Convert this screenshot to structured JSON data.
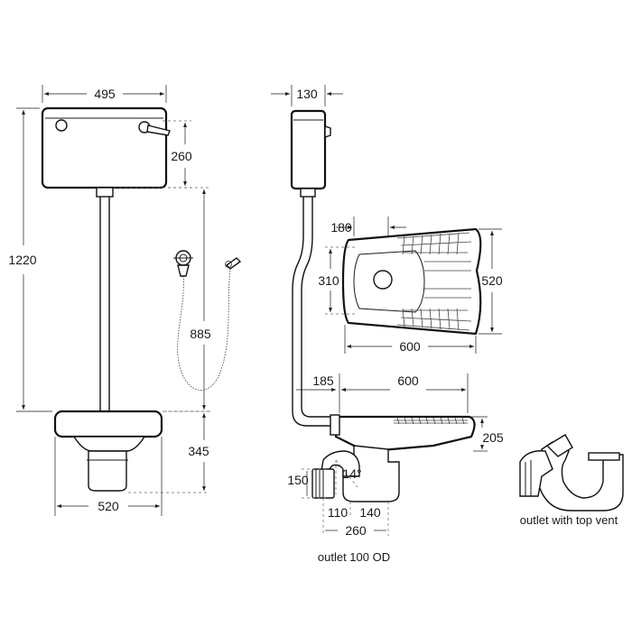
{
  "dimensions": {
    "cistern_width": "495",
    "cistern_height": "260",
    "overall_height": "1220",
    "pipe_length": "885",
    "pan_height": "345",
    "pan_width": "520",
    "side_depth": "130",
    "top_width": "180",
    "top_hole_depth": "310",
    "top_depth": "520",
    "top_length": "600",
    "side_offset": "185",
    "side_length": "600",
    "side_height": "205",
    "outlet_height": "150",
    "outlet_angle": "14°",
    "outlet_x1": "110",
    "outlet_x2": "140",
    "outlet_total": "260"
  },
  "captions": {
    "outlet_od": "outlet 100 OD",
    "top_vent": "outlet with top vent"
  },
  "colors": {
    "line": "#1a1a1a",
    "background": "#ffffff"
  }
}
